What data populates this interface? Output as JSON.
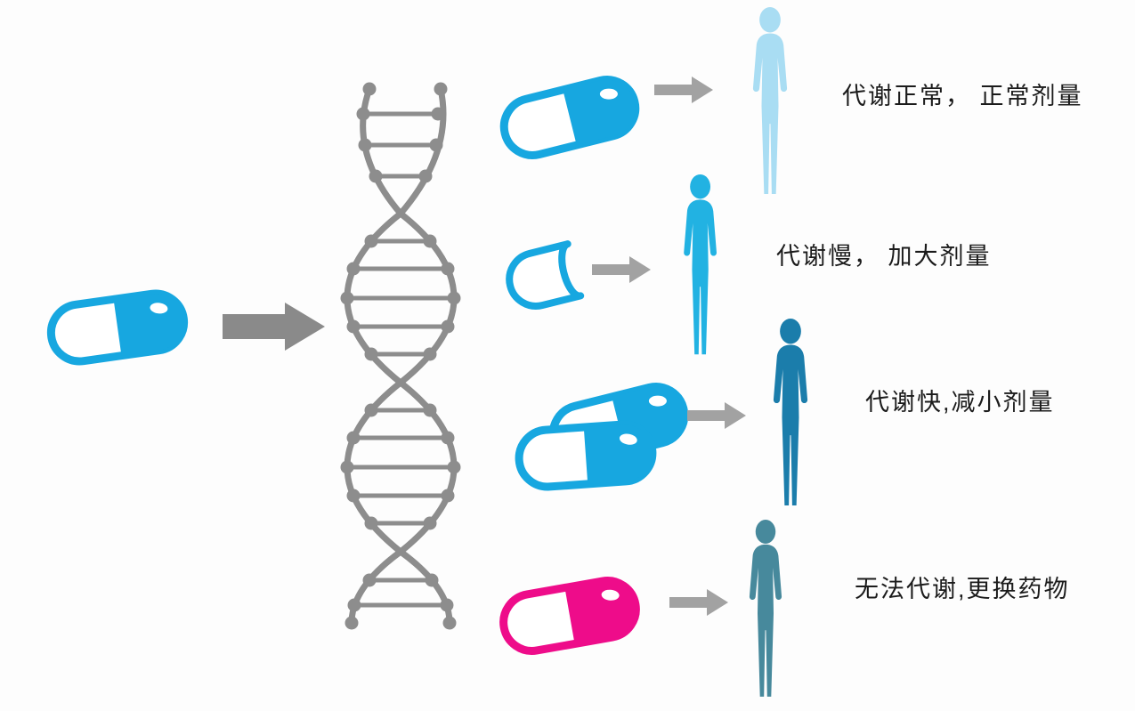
{
  "colors": {
    "background": "#fdfdfd",
    "capsule_blue": "#17a7e0",
    "capsule_pink": "#ee0c8a",
    "dna_gray": "#8d8d8d",
    "arrow_large_gray": "#8a8a8a",
    "arrow_small_gray": "#a2a2a2",
    "person_normal": "#a9ddf3",
    "person_slow": "#22b2e2",
    "person_fast": "#1b7dab",
    "person_none": "#47899c",
    "label_text": "#1b1b1b"
  },
  "left_panel": {
    "drug_icon": "blue-capsule-icon",
    "flow_arrow_icon": "right-arrow-icon",
    "gene_icon": "dna-double-helix-icon"
  },
  "rows": [
    {
      "dose_icon": "single-full-capsule-icon",
      "person_icon": "light-blue-person-icon",
      "label": "代谢正常， 正常剂量"
    },
    {
      "dose_icon": "half-empty-capsule-icon",
      "person_icon": "cyan-person-icon",
      "label": "代谢慢， 加大剂量"
    },
    {
      "dose_icon": "two-capsules-icon",
      "person_icon": "blue-person-icon",
      "label": "代谢快,减小剂量"
    },
    {
      "dose_icon": "pink-capsule-icon",
      "person_icon": "teal-person-icon",
      "label": "无法代谢,更换药物"
    }
  ]
}
